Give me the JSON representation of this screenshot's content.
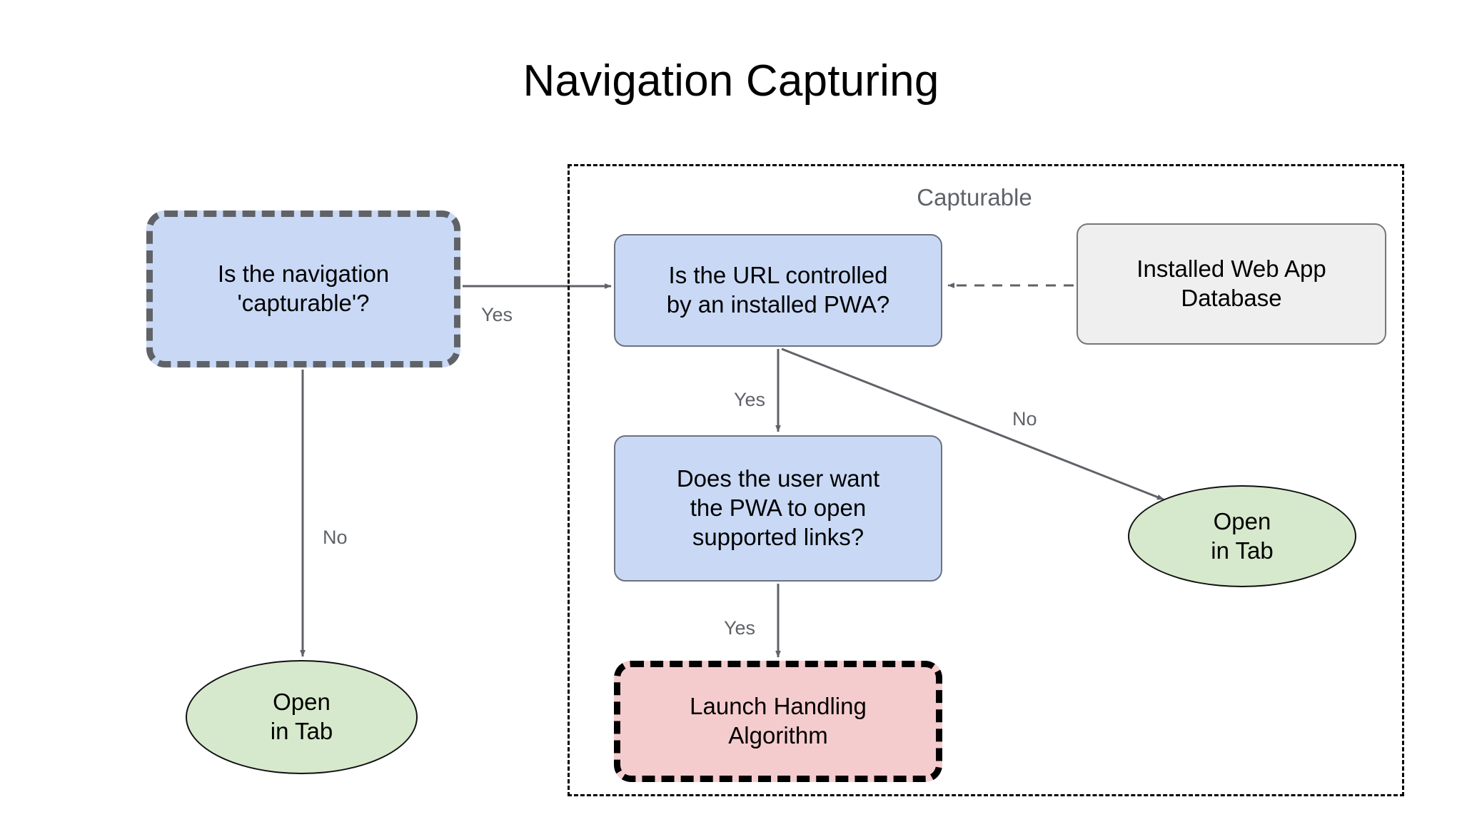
{
  "title": "Navigation Capturing",
  "group": {
    "label": "Capturable",
    "border_color": "#000000",
    "style": "dashed"
  },
  "palette": {
    "decision_fill": "#c9d9f5",
    "decision_stroke": "#6b7280",
    "entrypoint_stroke": "#5f6368",
    "datastore_fill": "#efefef",
    "datastore_stroke": "#767676",
    "terminal_fill": "#d7e9cd",
    "terminal_stroke": "#111111",
    "algorithm_fill": "#f5ccce",
    "algorithm_stroke": "#000000",
    "edge_stroke": "#5f6368",
    "label_color": "#5f6368",
    "text_color": "#000000"
  },
  "nodes": {
    "capturable_question": {
      "line1": "Is the navigation",
      "line2": "'capturable'?",
      "shape": "rounded-rect",
      "style": "dashed-thick-gray"
    },
    "url_question": {
      "line1": "Is the URL controlled",
      "line2": "by an installed PWA?",
      "shape": "rounded-rect",
      "style": "solid-blue"
    },
    "web_app_db": {
      "line1": "Installed Web App",
      "line2": "Database",
      "shape": "rounded-rect",
      "style": "solid-gray"
    },
    "user_want_question": {
      "line1": "Does the user want",
      "line2": "the PWA to open",
      "line3": "supported links?",
      "shape": "rounded-rect",
      "style": "solid-blue"
    },
    "launch_handling": {
      "line1": "Launch Handling",
      "line2": "Algorithm",
      "shape": "rounded-rect",
      "style": "dashed-thick-black"
    },
    "open_tab_left": {
      "line1": "Open",
      "line2": "in Tab",
      "shape": "ellipse",
      "style": "solid-green"
    },
    "open_tab_right": {
      "line1": "Open",
      "line2": "in Tab",
      "shape": "ellipse",
      "style": "solid-green"
    }
  },
  "edges": {
    "capturable_yes": {
      "label": "Yes",
      "from": "capturable_question",
      "to": "url_question",
      "style": "solid-arrow"
    },
    "capturable_no": {
      "label": "No",
      "from": "capturable_question",
      "to": "open_tab_left",
      "style": "solid-arrow"
    },
    "url_yes": {
      "label": "Yes",
      "from": "url_question",
      "to": "user_want_question",
      "style": "solid-arrow"
    },
    "url_no": {
      "label": "No",
      "from": "url_question",
      "to": "open_tab_right",
      "style": "solid-arrow"
    },
    "user_yes": {
      "label": "Yes",
      "from": "user_want_question",
      "to": "launch_handling",
      "style": "solid-arrow"
    },
    "db_lookup": {
      "label": "",
      "from": "web_app_db",
      "to": "url_question",
      "style": "dashed-arrow"
    }
  }
}
